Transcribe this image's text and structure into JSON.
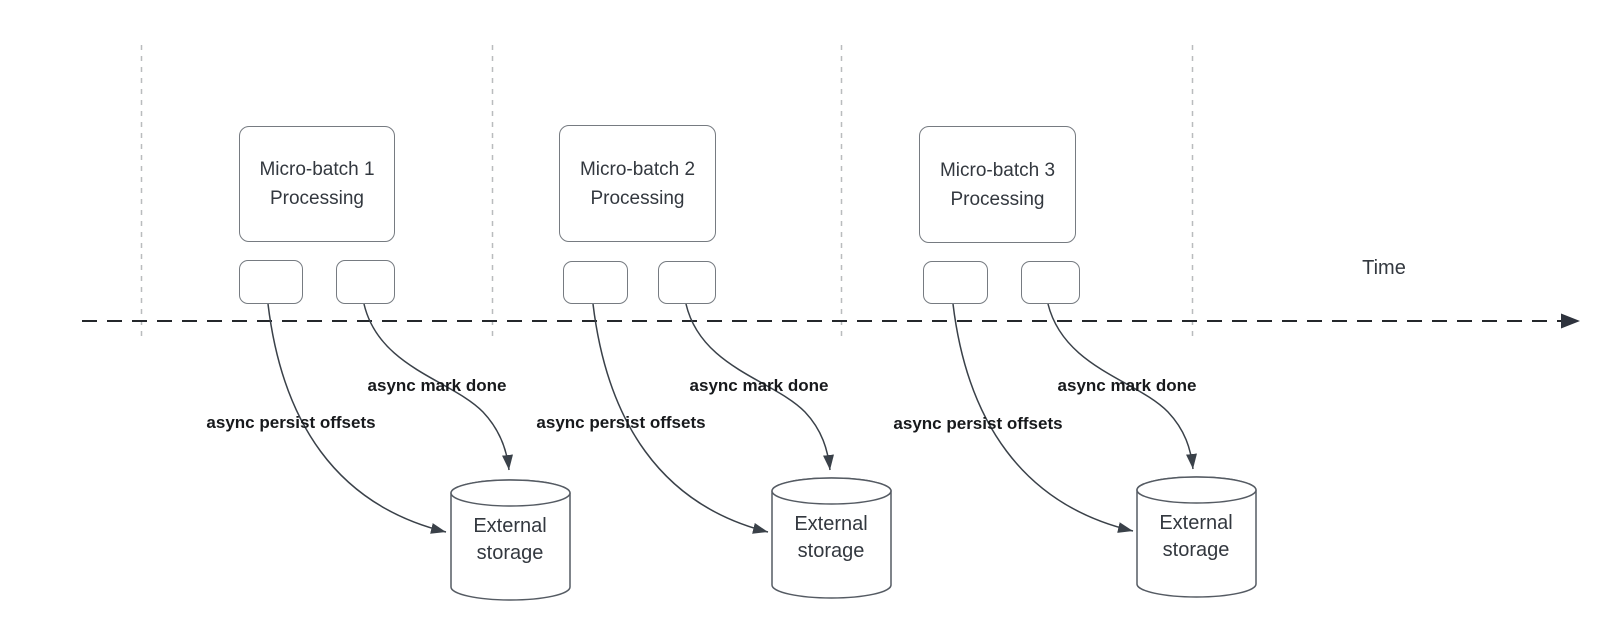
{
  "diagram": {
    "time_axis_label": "Time",
    "batches": [
      {
        "box_line1": "Micro-batch 1",
        "box_line2": "Processing",
        "persist_label": "async persist offsets",
        "mark_label": "async mark done",
        "storage_line1": "External",
        "storage_line2": "storage"
      },
      {
        "box_line1": "Micro-batch 2",
        "box_line2": "Processing",
        "persist_label": "async persist offsets",
        "mark_label": "async mark done",
        "storage_line1": "External",
        "storage_line2": "storage"
      },
      {
        "box_line1": "Micro-batch 3",
        "box_line2": "Processing",
        "persist_label": "async persist offsets",
        "mark_label": "async mark done",
        "storage_line1": "External",
        "storage_line2": "storage"
      }
    ],
    "colors": {
      "background": "#ffffff",
      "shape_border": "#767b81",
      "cylinder_border": "#555b63",
      "shape_text": "#33383f",
      "arrow": "#3a4149",
      "bold_label_text": "#17191c",
      "gridline": "#b9bcbe",
      "timeline": "#24272b"
    }
  }
}
